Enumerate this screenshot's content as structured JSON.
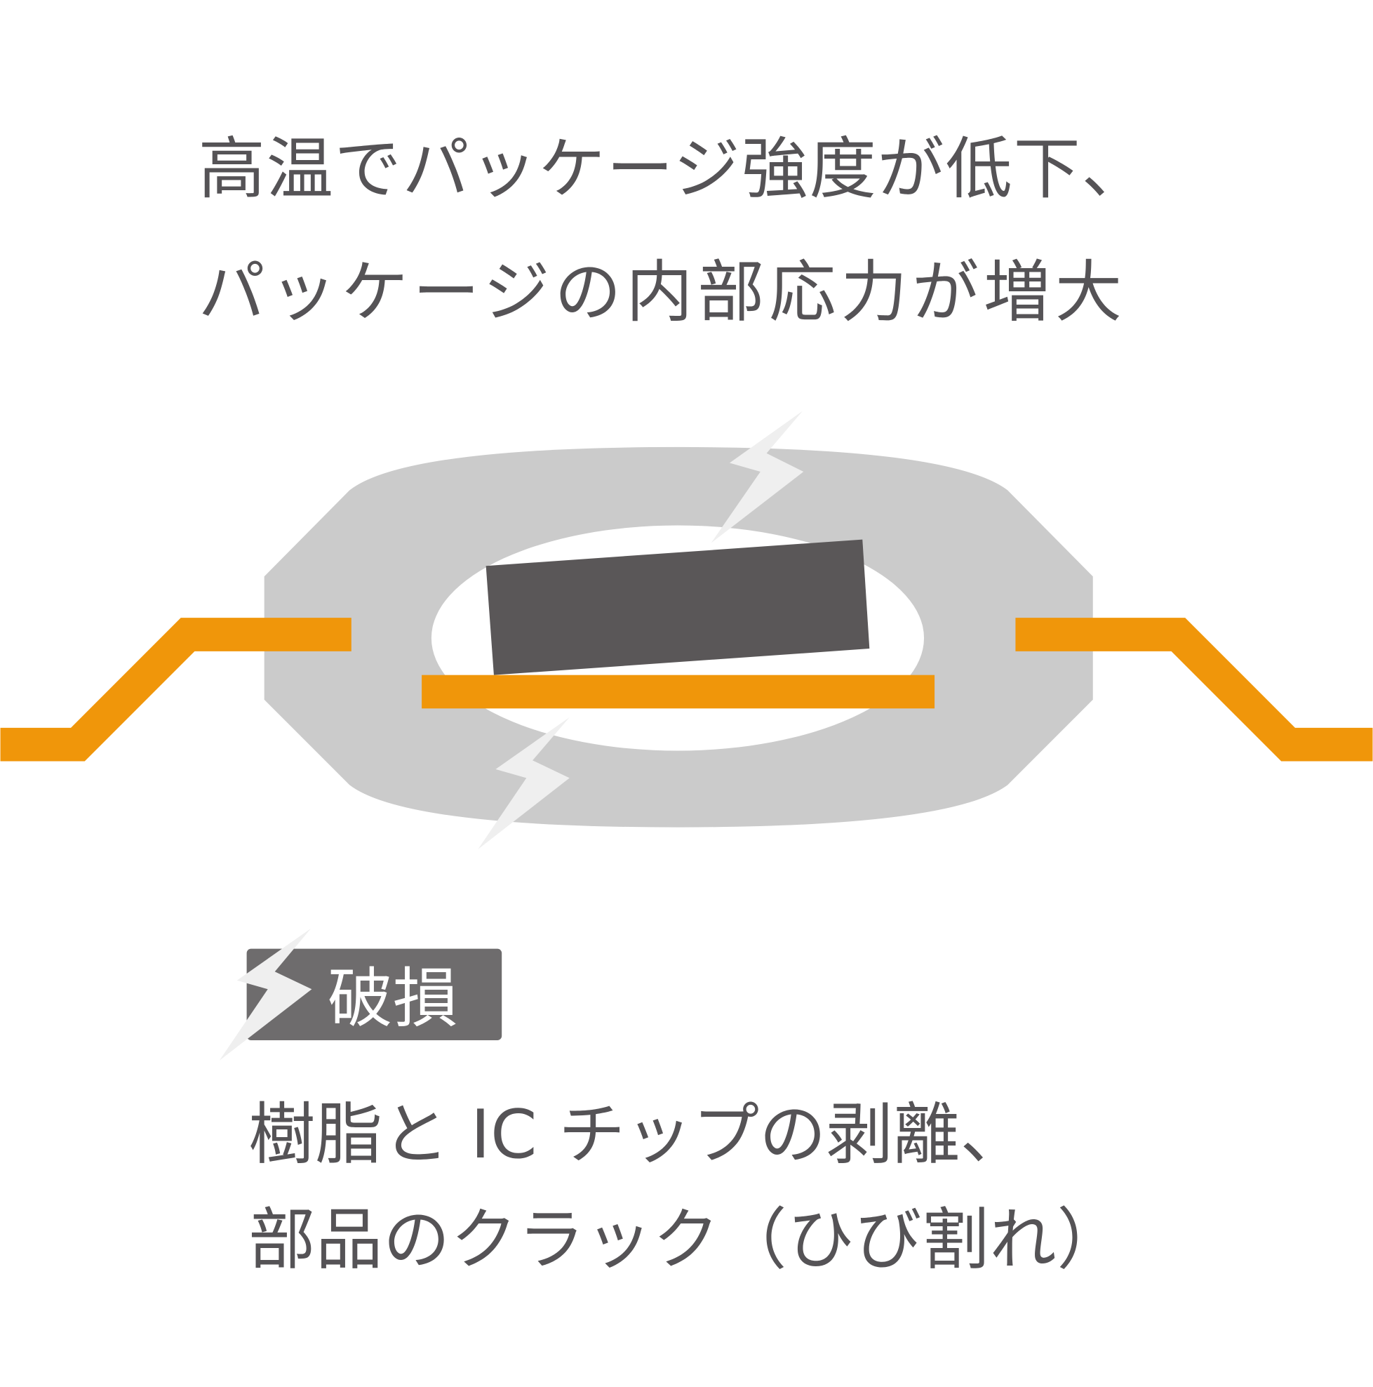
{
  "heading": {
    "line1": "高温でパッケージ強度が低下、",
    "line2": "パッケージの内部応力が増大"
  },
  "badge": {
    "label": "破損",
    "icon": "lightning-icon"
  },
  "result": {
    "line1": "樹脂と IC チップの剥離、",
    "line2": "部品のクラック（ひび割れ）"
  },
  "colors": {
    "lead": "#f0960a",
    "package": "#cbcbcb",
    "chip": "#5a5758",
    "text": "#555356",
    "badge": "#6e6c6d"
  }
}
